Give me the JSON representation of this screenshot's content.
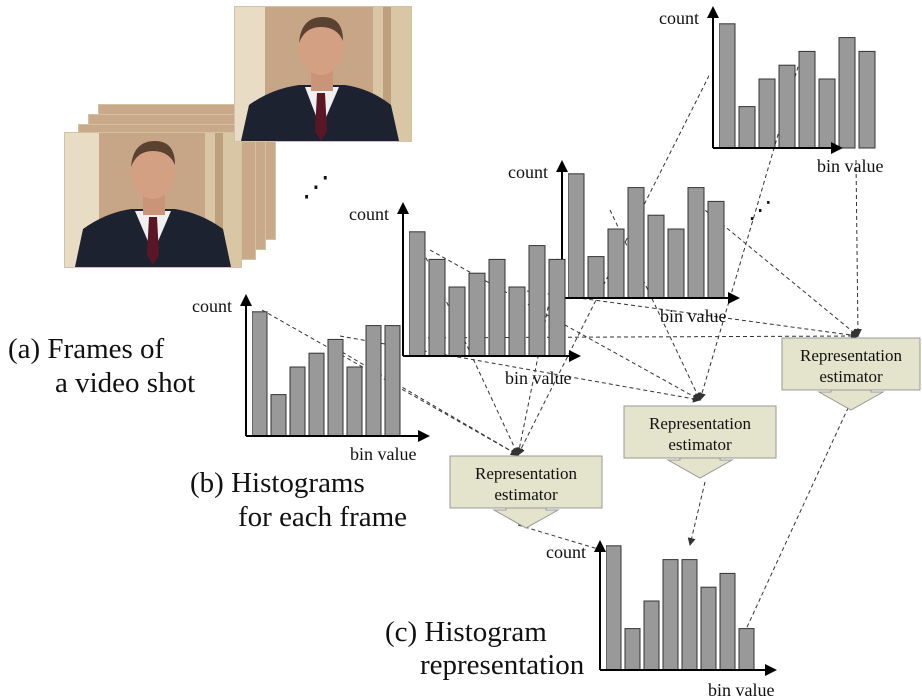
{
  "captions": {
    "frames_line1": "(a) Frames of",
    "frames_line2": "a video shot",
    "histograms_line1": "(b) Histograms",
    "histograms_line2": "for each frame",
    "representation_line1": "(c) Histogram",
    "representation_line2": "representation"
  },
  "ellipsis": "⋰",
  "axis_labels": {
    "count": "count",
    "bin": "bin value"
  },
  "estimator": {
    "line1": "Representation",
    "line2": "estimator"
  },
  "colors": {
    "bar_fill": "#999999",
    "bar_stroke": "#333333",
    "estimator_fill": "#e4e4cc",
    "arrow": "#333333",
    "frame_wall": "#c9a98a",
    "suit": "#1c2230"
  },
  "histograms": {
    "frame1": [
      9,
      3,
      5,
      6,
      7,
      5,
      8,
      8
    ],
    "frame2": [
      9,
      7,
      5,
      6,
      7,
      5,
      8,
      7
    ],
    "frame3": [
      9,
      3,
      5,
      8,
      6,
      5,
      8,
      7
    ],
    "frame4": [
      9,
      3,
      5,
      6,
      7,
      5,
      8,
      7
    ],
    "representation": [
      9,
      3,
      5,
      8,
      8,
      6,
      7,
      3
    ]
  }
}
